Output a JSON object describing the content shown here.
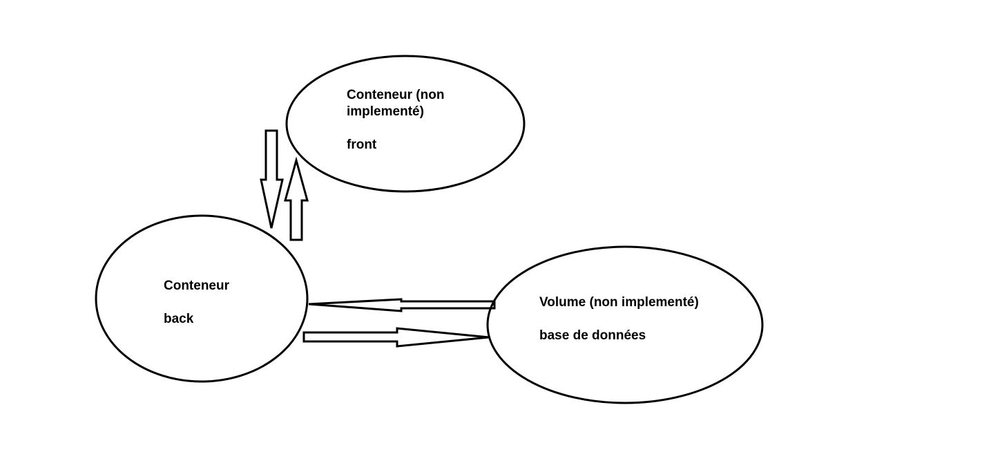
{
  "colors": {
    "background": "#ffffff",
    "stroke": "#000000"
  },
  "nodes": {
    "front": {
      "title_line1": "Conteneur (non",
      "title_line2": "implementé)",
      "subtitle": "front"
    },
    "back": {
      "title": "Conteneur",
      "subtitle": "back"
    },
    "database": {
      "title": "Volume (non implementé)",
      "subtitle": "base de données"
    }
  }
}
